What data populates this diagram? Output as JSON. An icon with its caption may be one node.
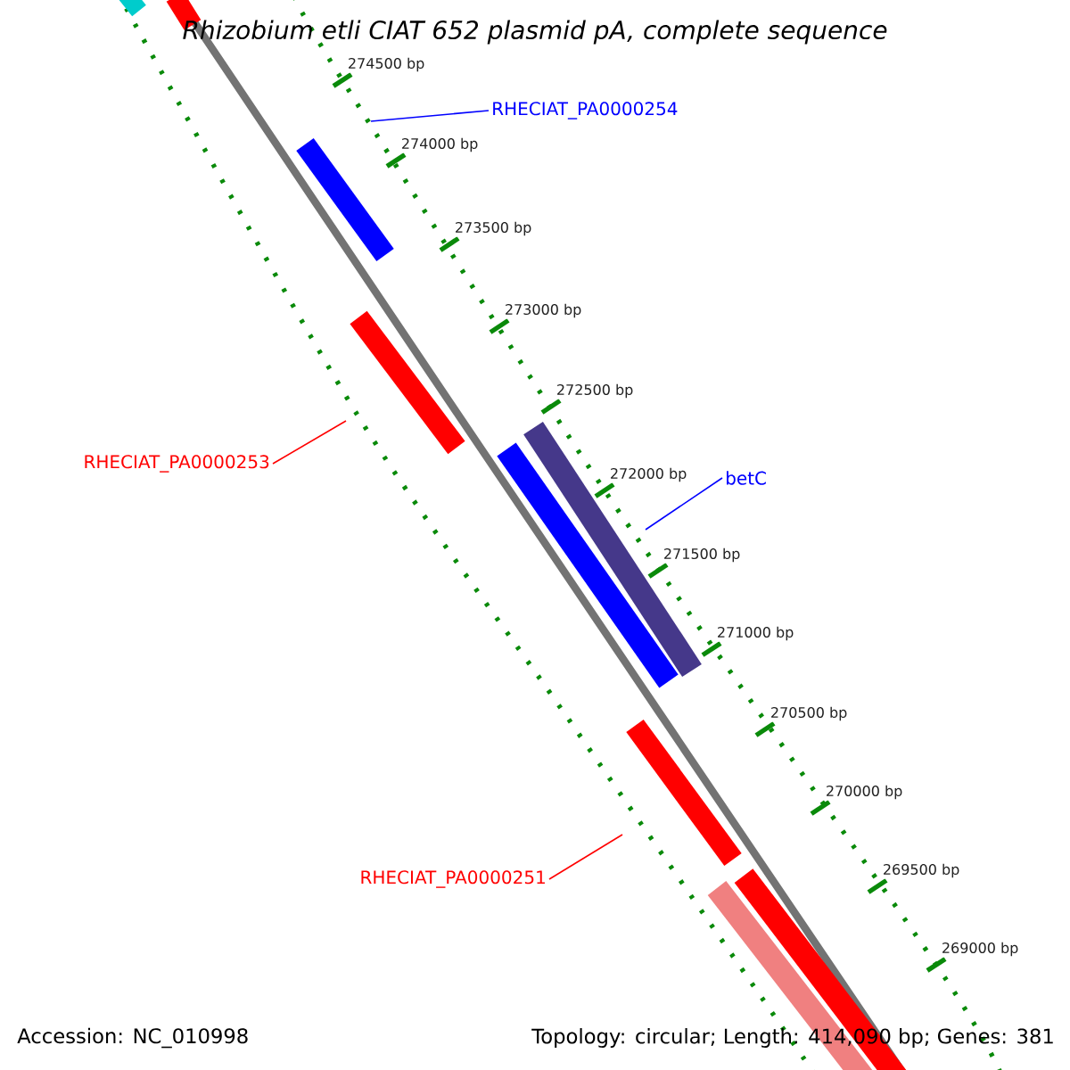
{
  "diagram": {
    "title": "*Rhizobium etli* CIAT 652 plasmid pA, complete sequence",
    "nodes": [
      {
        "text": [
          "RHECIAT_PA0000254"
        ]
      },
      {
        "text": [
          "betC"
        ]
      },
      {
        "text": [
          "RHECIAT_PA0000253"
        ]
      },
      {
        "text": [
          "RHECIAT_PA0000251"
        ]
      }
    ],
    "edges": [
      {
        "from": 0,
        "to": null,
        "arrow": "none"
      },
      {
        "from": 1,
        "to": null,
        "arrow": "none"
      },
      {
        "from": 2,
        "to": null,
        "arrow": "none",
        "color": "#ff0000"
      },
      {
        "from": 3,
        "to": null,
        "arrow": "none",
        "color": "#ff0000"
      }
    ],
    "labels": [
      "274500 bp",
      "274000 bp",
      "273500 bp",
      "273000 bp",
      "272500 bp",
      "272000 bp",
      "271500 bp",
      "271000 bp",
      "270500 bp",
      "270000 bp",
      "269500 bp",
      "269000 bp",
      "Accession: NC_010998",
      "Topology: circular; Length: 414,090 bp; Genes: 381"
    ]
  }
}
